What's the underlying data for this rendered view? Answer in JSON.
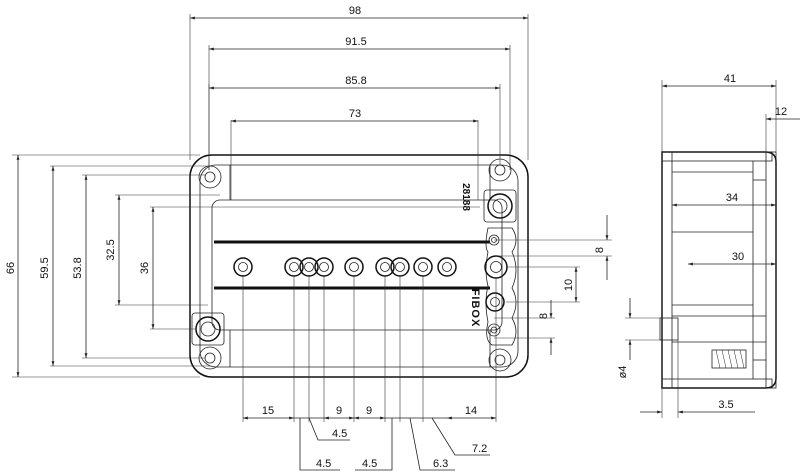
{
  "front_view": {
    "horizontal_dims": [
      "98",
      "91.5",
      "85.8",
      "73"
    ],
    "vertical_dims": [
      "66",
      "59.5",
      "53.8",
      "32.5",
      "36"
    ],
    "bottom_dims": [
      "15",
      "9",
      "9",
      "14"
    ],
    "bottom_dims_lower": [
      "4.5",
      "4.5",
      "4.5",
      "6.3",
      "7.2"
    ],
    "right_dims": [
      "8",
      "10",
      "8"
    ],
    "part_number": "28188",
    "brand": "FIBOX"
  },
  "side_view": {
    "dims": [
      "41",
      "12",
      "34",
      "30",
      "ø4",
      "3.5"
    ]
  }
}
